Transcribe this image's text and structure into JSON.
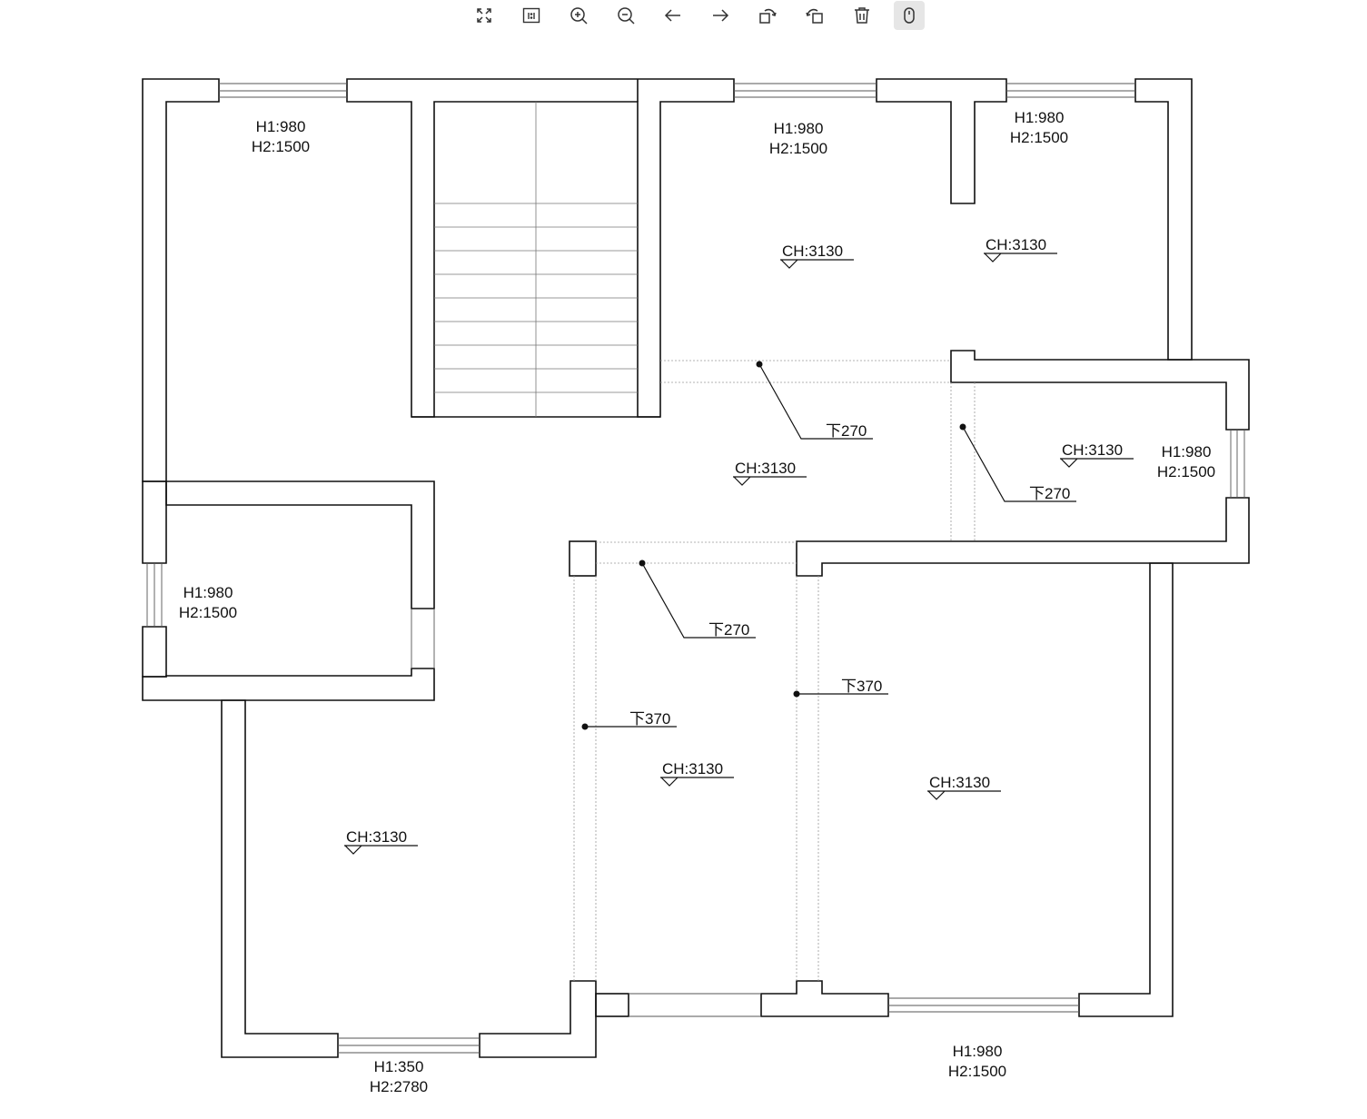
{
  "toolbar": {
    "buttons": [
      {
        "name": "fit-screen-button",
        "icon": "fit-screen-icon"
      },
      {
        "name": "actual-size-button",
        "icon": "one-to-one-icon"
      },
      {
        "name": "zoom-in-button",
        "icon": "zoom-in-icon"
      },
      {
        "name": "zoom-out-button",
        "icon": "zoom-out-icon"
      },
      {
        "name": "previous-button",
        "icon": "arrow-left-icon"
      },
      {
        "name": "next-button",
        "icon": "arrow-right-icon"
      },
      {
        "name": "rotate-left-button",
        "icon": "rotate-left-icon"
      },
      {
        "name": "rotate-right-button",
        "icon": "rotate-right-icon"
      },
      {
        "name": "delete-button",
        "icon": "trash-icon"
      },
      {
        "name": "mouse-mode-button",
        "icon": "mouse-icon",
        "active": true
      }
    ]
  },
  "plan": {
    "windows": [
      {
        "h1": "H1:980",
        "h2": "H2:1500"
      },
      {
        "h1": "H1:980",
        "h2": "H2:1500"
      },
      {
        "h1": "H1:980",
        "h2": "H2:1500"
      },
      {
        "h1": "H1:980",
        "h2": "H2:1500"
      },
      {
        "h1": "H1:980",
        "h2": "H2:1500"
      },
      {
        "h1": "H1:350",
        "h2": "H2:2780"
      },
      {
        "h1": "H1:980",
        "h2": "H2:1500"
      }
    ],
    "ceilings": [
      "CH:3130",
      "CH:3130",
      "CH:3130",
      "CH:3130",
      "CH:3130",
      "CH:3130",
      "CH:3130"
    ],
    "beams": [
      "下270",
      "下270",
      "下270",
      "下370",
      "下370"
    ]
  }
}
